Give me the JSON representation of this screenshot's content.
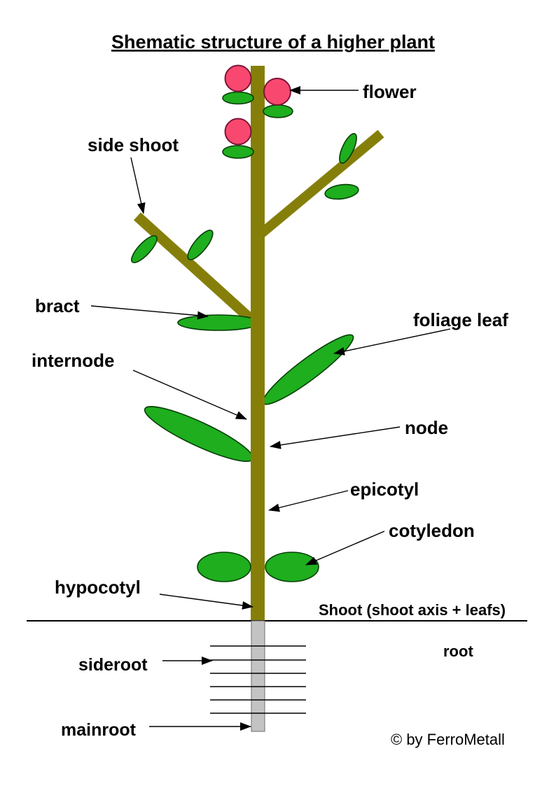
{
  "title": "Shematic structure of a higher plant",
  "copyright": "© by FerroMetall",
  "labels": {
    "flower": "flower",
    "side_shoot": "side shoot",
    "bract": "bract",
    "internode": "internode",
    "foliage_leaf": "foliage leaf",
    "node": "node",
    "epicotyl": "epicotyl",
    "cotyledon": "cotyledon",
    "hypocotyl": "hypocotyl",
    "shoot": "Shoot (shoot axis + leafs)",
    "root": "root",
    "sideroot": "sideroot",
    "mainroot": "mainroot"
  },
  "colors": {
    "stem": "#857f0a",
    "leaf": "#1eae1e",
    "flower": "#f9486f",
    "root": "#c3c3c3",
    "line": "#000000"
  }
}
